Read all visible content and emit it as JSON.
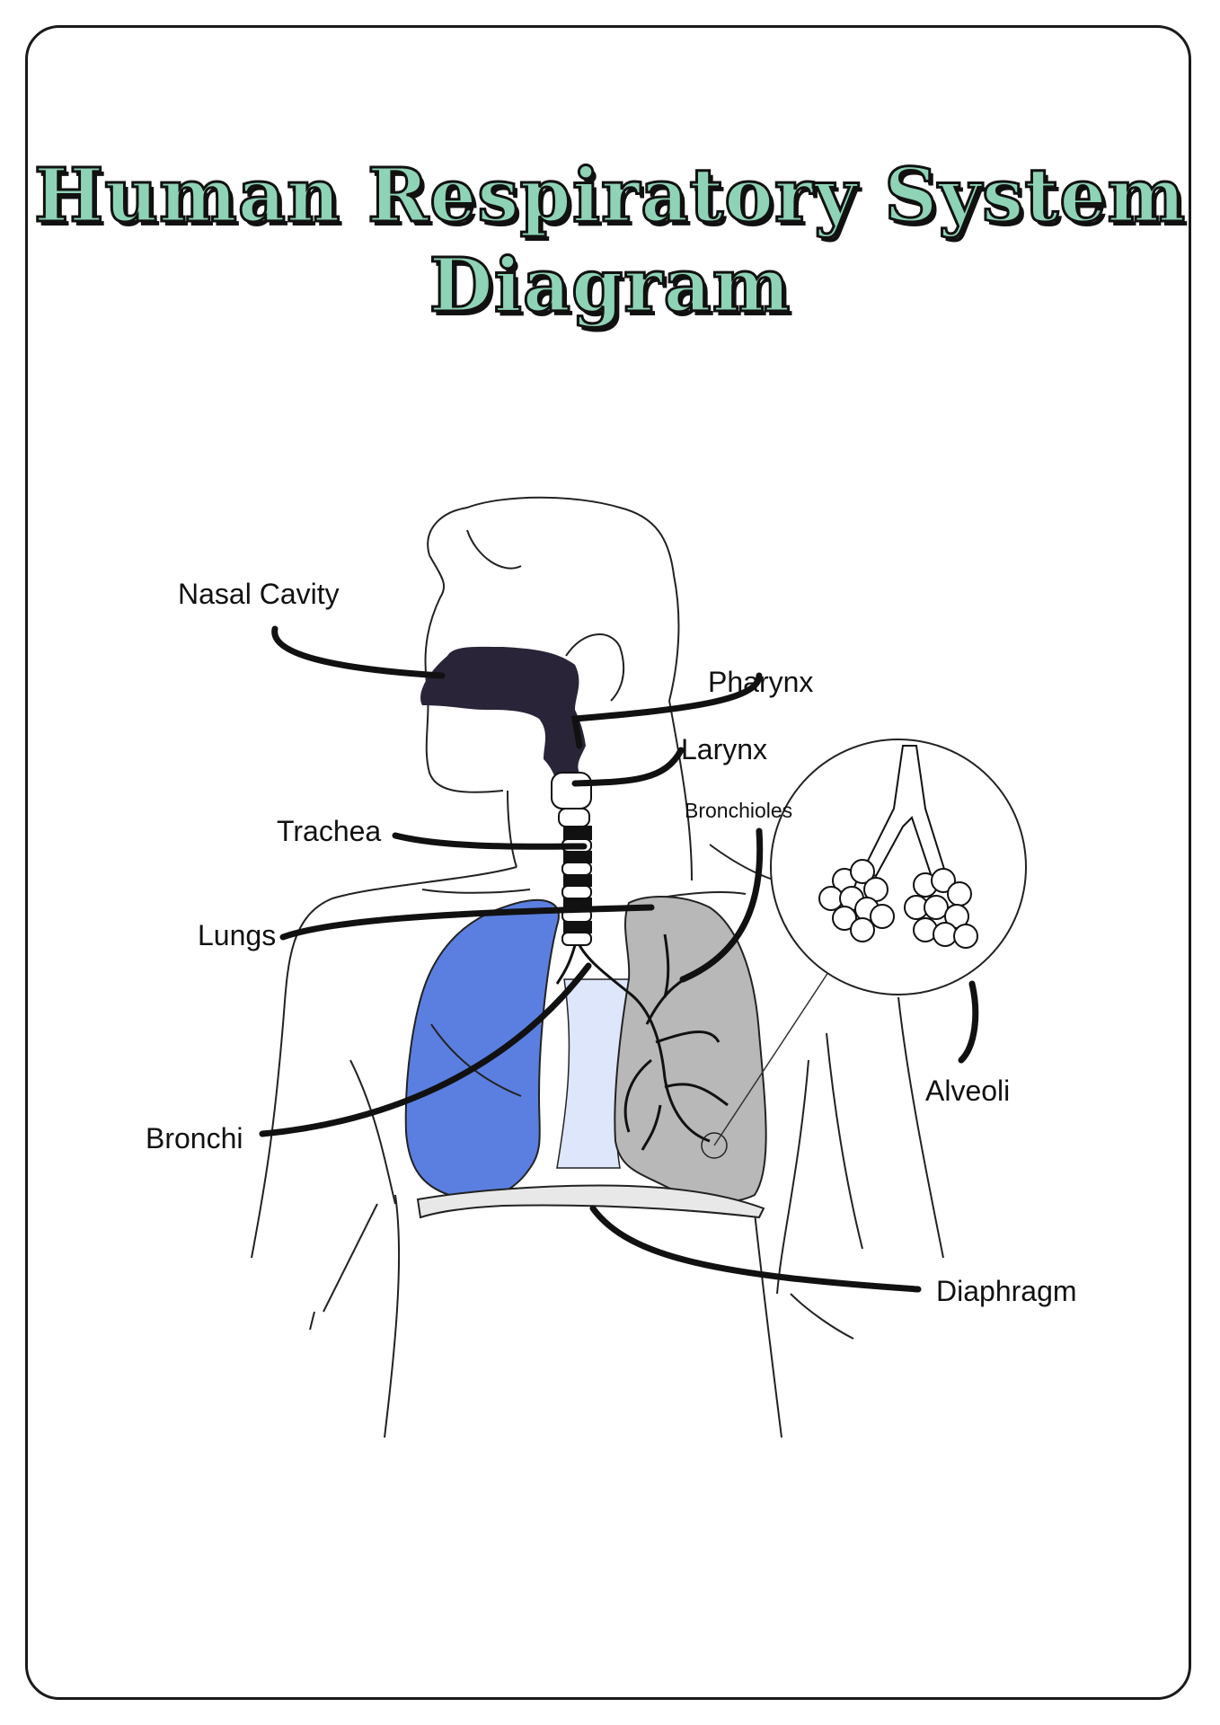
{
  "title": {
    "line1": "Human Respiratory System",
    "line2": "Diagram"
  },
  "labels": {
    "nasal_cavity": "Nasal Cavity",
    "pharynx": "Pharynx",
    "larynx": "Larynx",
    "bronchioles": "Bronchioles",
    "trachea": "Trachea",
    "lungs": "Lungs",
    "bronchi": "Bronchi",
    "alveoli": "Alveoli",
    "diaphragm": "Diaphragm"
  },
  "colors": {
    "title_fill": "#8fd3b6",
    "lung_left": "#5b7fe0",
    "lung_right": "#b8b8b8",
    "airway": "#2a2438"
  }
}
